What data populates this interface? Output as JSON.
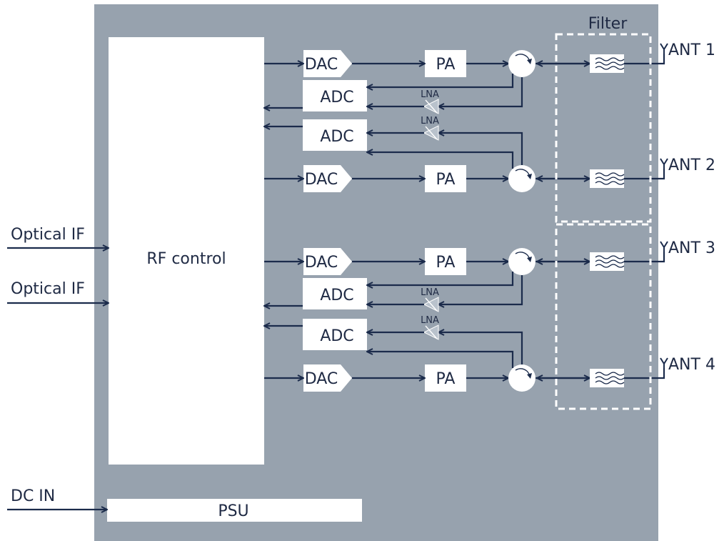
{
  "inputs": {
    "optical_1": "Optical IF",
    "optical_2": "Optical IF",
    "dc": "DC IN"
  },
  "blocks": {
    "rf_control": "RF control",
    "psu": "PSU",
    "filter": "Filter"
  },
  "component_labels": {
    "dac": "DAC",
    "adc": "ADC",
    "pa": "PA",
    "lna": "LNA"
  },
  "antennas": [
    "ANT 1",
    "ANT 2",
    "ANT 3",
    "ANT 4"
  ],
  "colors": {
    "chassis": "#97a2ae",
    "block_fill": "#ffffff",
    "line": "#1b2b4b",
    "lna_fill": "#b9c2cc",
    "filter_border": "#ffffff"
  }
}
